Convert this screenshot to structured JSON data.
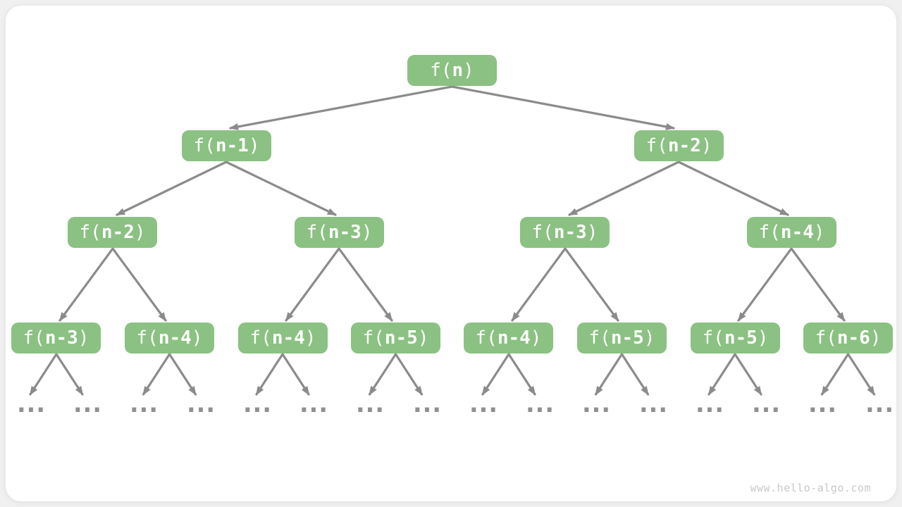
{
  "colors": {
    "node_fill": "#8bc182",
    "node_text": "#ffffff",
    "edge_gray": "#8b8b8b",
    "ellipsis_gray": "#8f8f8f",
    "card_background": "#ffffff",
    "page_background": "#f0f0f1",
    "watermark_gray": "#c8c8c8"
  },
  "tree": {
    "levels": [
      {
        "nodes": [
          {
            "prefix": "f(",
            "arg": "n",
            "suffix": ")"
          }
        ]
      },
      {
        "nodes": [
          {
            "prefix": "f(",
            "arg": "n-1",
            "suffix": ")"
          },
          {
            "prefix": "f(",
            "arg": "n-2",
            "suffix": ")"
          }
        ]
      },
      {
        "nodes": [
          {
            "prefix": "f(",
            "arg": "n-2",
            "suffix": ")"
          },
          {
            "prefix": "f(",
            "arg": "n-3",
            "suffix": ")"
          },
          {
            "prefix": "f(",
            "arg": "n-3",
            "suffix": ")"
          },
          {
            "prefix": "f(",
            "arg": "n-4",
            "suffix": ")"
          }
        ]
      },
      {
        "nodes": [
          {
            "prefix": "f(",
            "arg": "n-3",
            "suffix": ")"
          },
          {
            "prefix": "f(",
            "arg": "n-4",
            "suffix": ")"
          },
          {
            "prefix": "f(",
            "arg": "n-4",
            "suffix": ")"
          },
          {
            "prefix": "f(",
            "arg": "n-5",
            "suffix": ")"
          },
          {
            "prefix": "f(",
            "arg": "n-4",
            "suffix": ")"
          },
          {
            "prefix": "f(",
            "arg": "n-5",
            "suffix": ")"
          },
          {
            "prefix": "f(",
            "arg": "n-5",
            "suffix": ")"
          },
          {
            "prefix": "f(",
            "arg": "n-6",
            "suffix": ")"
          }
        ]
      }
    ],
    "ellipsis": "...",
    "ellipsis_count": 16
  },
  "watermark": "www.hello-algo.com"
}
